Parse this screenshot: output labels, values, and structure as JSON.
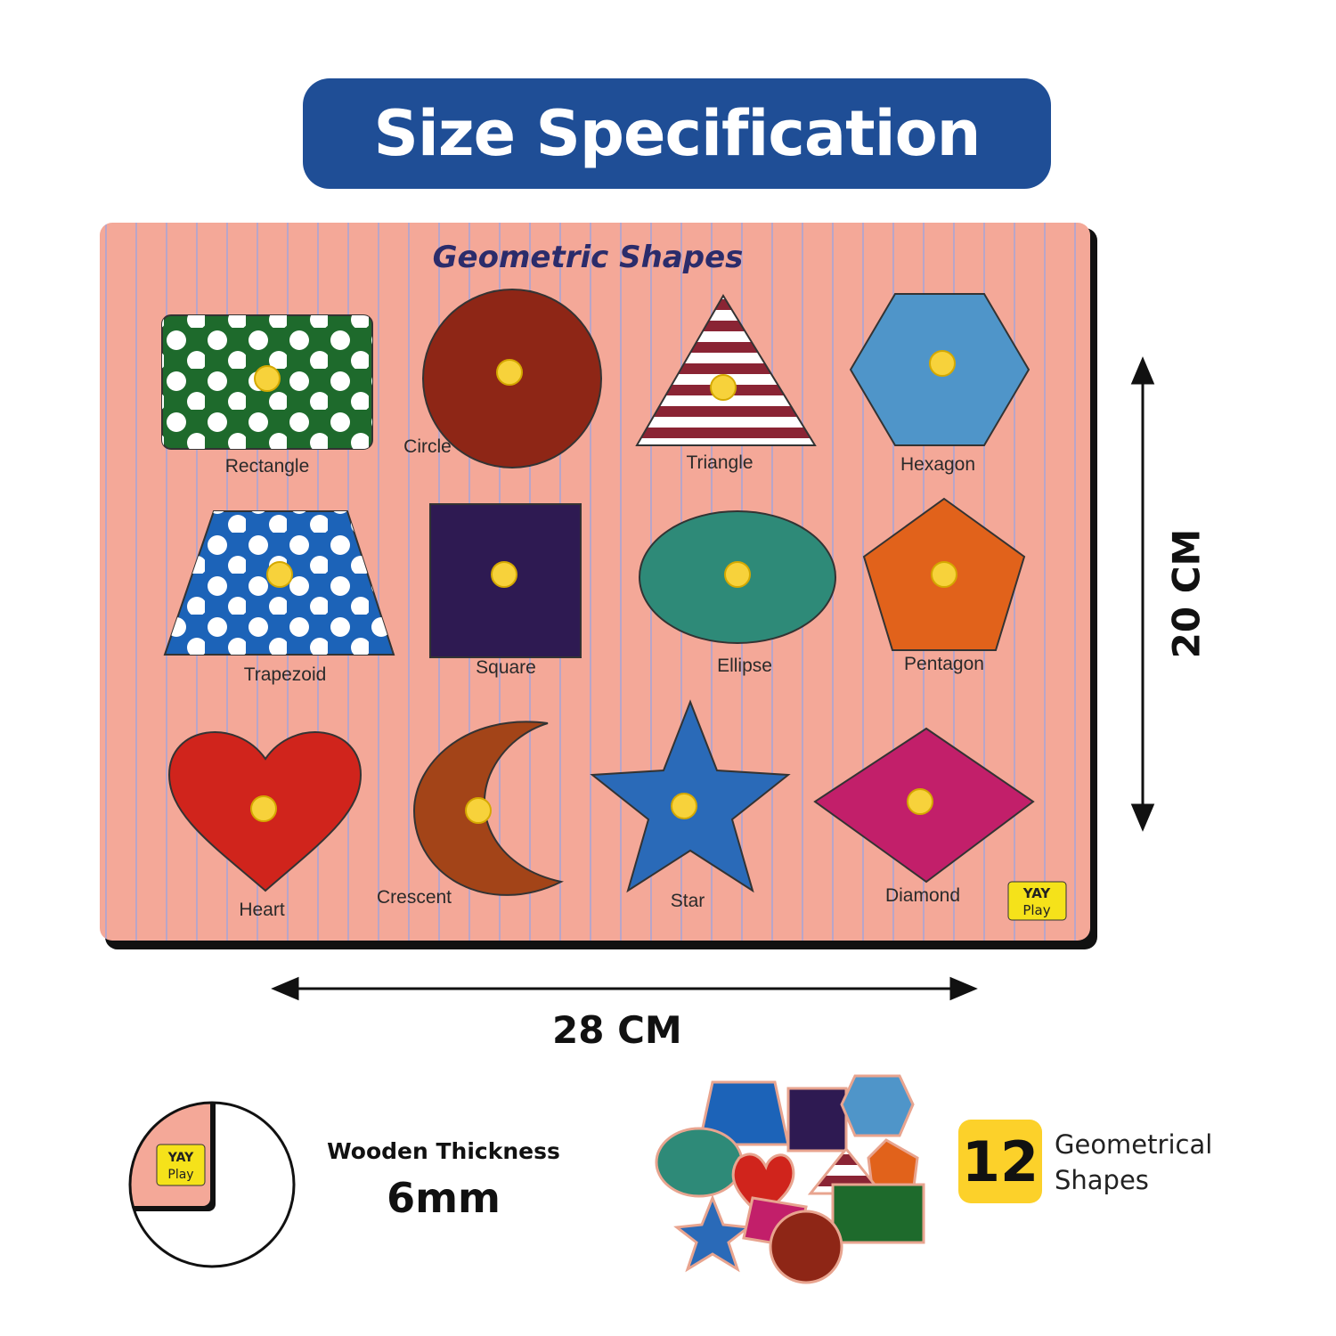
{
  "header": {
    "title": "Size Specification",
    "color": "#1f4e96"
  },
  "board": {
    "title": "Geometric Shapes",
    "brand_logo": "YAY Play",
    "shapes": [
      {
        "label": "Rectangle"
      },
      {
        "label": "Circle"
      },
      {
        "label": "Triangle"
      },
      {
        "label": "Hexagon"
      },
      {
        "label": "Trapezoid"
      },
      {
        "label": "Square"
      },
      {
        "label": "Ellipse"
      },
      {
        "label": "Pentagon"
      },
      {
        "label": "Heart"
      },
      {
        "label": "Crescent"
      },
      {
        "label": "Star"
      },
      {
        "label": "Diamond"
      }
    ]
  },
  "dimensions": {
    "width": "28 CM",
    "height": "20 CM"
  },
  "thickness": {
    "label": "Wooden Thickness",
    "value": "6mm"
  },
  "count": {
    "number": "12",
    "line1": "Geometrical",
    "line2": "Shapes"
  }
}
